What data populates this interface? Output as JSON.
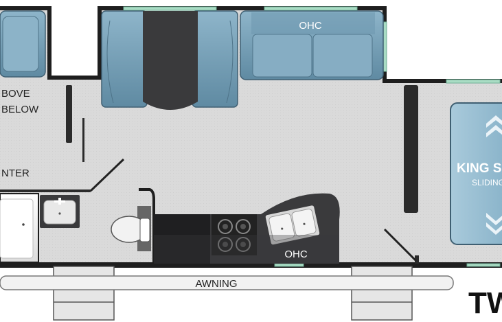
{
  "labels": {
    "ohc_upper": "OHC",
    "ohc_lower": "OHC",
    "above_line1": "BOVE",
    "above_line2": "BELOW",
    "center": "NTER",
    "king_line1": "KING S",
    "king_line2": "SLIDING",
    "awning": "AWNING",
    "model_code": "TW"
  },
  "colors": {
    "floor": "#d9d9d9",
    "wall": "#1e1e1e",
    "cushion_blue": "#7fa7bd",
    "cushion_blue_dark": "#5f889f",
    "counter_dark": "#3a3a3c",
    "bed_blue": "#9cc0d4",
    "window_green": "#a9dcc4",
    "sink_light": "#e8e8e8"
  },
  "icons": {
    "bed_arrows": "chevron-up-icon, chevron-down-icon",
    "stove": "stove-burners-icon",
    "faucet": "faucet-icon"
  }
}
